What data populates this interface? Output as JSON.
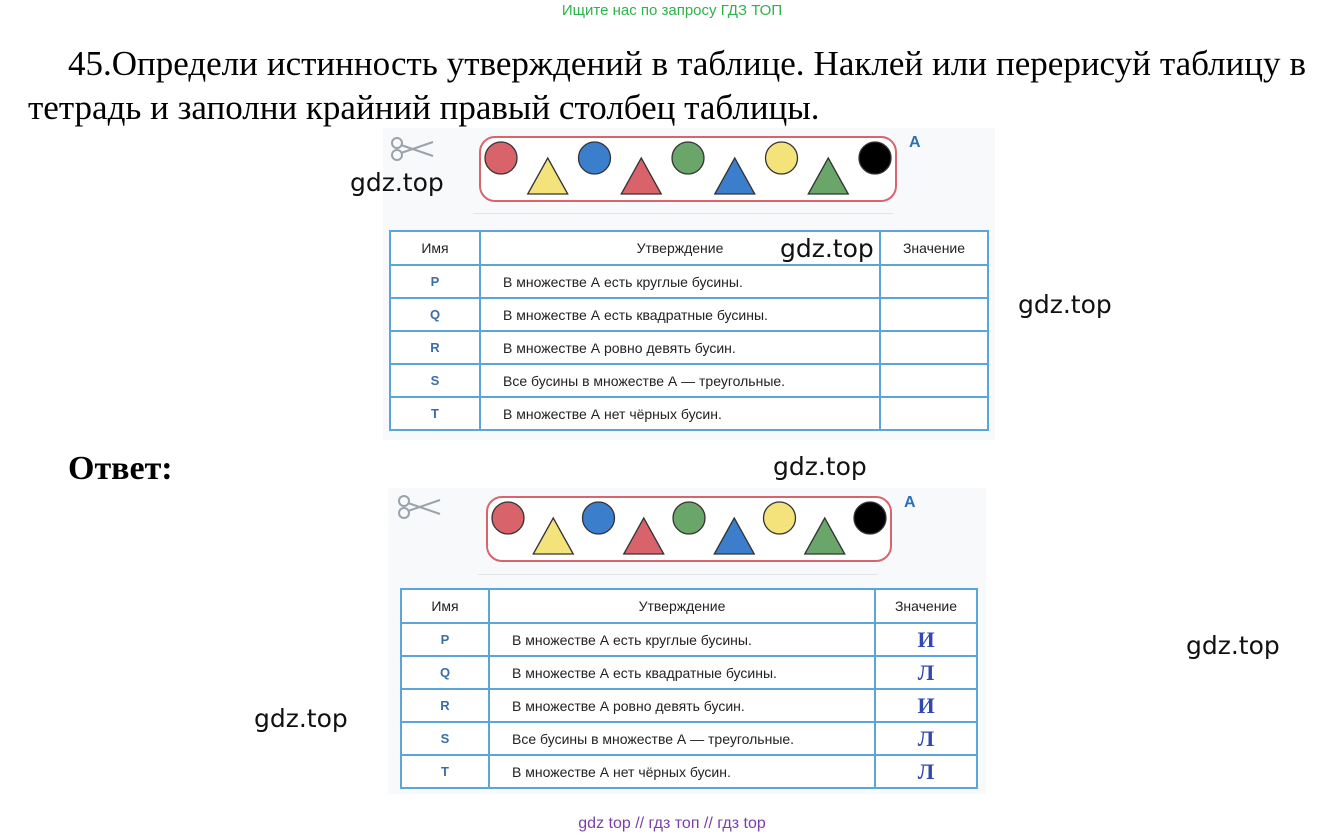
{
  "header_note": "Ищите нас по запросу ГДЗ ТОП",
  "task_text": "45.Определи истинность утверждений в таблице. Наклей или перерисуй таблицу в тетрадь и заполни крайний правый столбец таблицы.",
  "answer_label": "Ответ:",
  "watermarks": [
    "gdz.top",
    "gdz.top",
    "gdz.top",
    "gdz.top",
    "gdz.top",
    "gdz.top"
  ],
  "footer_note": "gdz top  //  гдз топ  //  гдз top",
  "set_label": "A",
  "beads": [
    {
      "shape": "circle",
      "color": "#d9636b"
    },
    {
      "shape": "triangle",
      "color": "#f4e27a"
    },
    {
      "shape": "circle",
      "color": "#3b7fcc"
    },
    {
      "shape": "triangle",
      "color": "#d9636b"
    },
    {
      "shape": "circle",
      "color": "#6aa56a"
    },
    {
      "shape": "triangle",
      "color": "#3b7fcc"
    },
    {
      "shape": "circle",
      "color": "#f4e27a"
    },
    {
      "shape": "triangle",
      "color": "#6aa56a"
    },
    {
      "shape": "circle",
      "color": "#000000"
    }
  ],
  "table": {
    "headers": [
      "Имя",
      "Утверждение",
      "Значение"
    ],
    "rows": [
      {
        "name": "P",
        "statement": "В множестве А есть круглые бусины.",
        "answer": "И"
      },
      {
        "name": "Q",
        "statement": "В множестве А есть квадратные бусины.",
        "answer": "Л"
      },
      {
        "name": "R",
        "statement": "В множестве А ровно девять бусин.",
        "answer": "И"
      },
      {
        "name": "S",
        "statement": "Все бусины в множестве А — треугольные.",
        "answer": "Л"
      },
      {
        "name": "T",
        "statement": "В множестве А нет чёрных бусин.",
        "answer": "Л"
      }
    ]
  },
  "colors": {
    "table_border": "#5aa6d8",
    "set_border": "#d9656c",
    "answer_ink": "#3347b0",
    "header_note": "#2db34a"
  }
}
